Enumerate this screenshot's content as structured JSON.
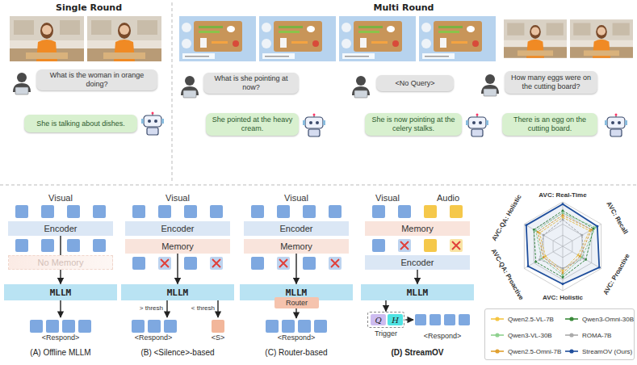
{
  "diagram": {
    "nodes": [
      {
        "text": [
          "What is the woman in orange doing?"
        ]
      },
      {
        "text": [
          "She is talking about dishes."
        ]
      },
      {
        "text": [
          "What is she pointing at now?"
        ]
      },
      {
        "text": [
          "She pointed at the heavy cream."
        ]
      },
      {
        "text": [
          "<No Query>"
        ]
      },
      {
        "text": [
          "She is now pointing at the celery stalks."
        ]
      },
      {
        "text": [
          "How many eggs were on the cutting board?"
        ]
      },
      {
        "text": [
          "There is an egg on the cutting board."
        ]
      },
      {
        "text": [
          "Encoder"
        ]
      },
      {
        "text": [
          "No Memory"
        ]
      },
      {
        "text": [
          "MLLM"
        ]
      },
      {
        "text": [
          "Encoder"
        ]
      },
      {
        "text": [
          "Memory"
        ]
      },
      {
        "text": [
          "MLLM"
        ]
      },
      {
        "text": [
          "Encoder"
        ]
      },
      {
        "text": [
          "Memory"
        ]
      },
      {
        "text": [
          "MLLM"
        ]
      },
      {
        "text": [
          "Router"
        ]
      },
      {
        "text": [
          "Memory"
        ]
      },
      {
        "text": [
          "Encoder"
        ]
      },
      {
        "text": [
          "MLLM"
        ]
      },
      {
        "text": [
          "Trigger"
        ]
      },
      {
        "text": [
          "Q"
        ],
        "in": 21
      },
      {
        "text": [
          "H"
        ],
        "in": 21
      }
    ],
    "edges": [
      {
        "from": 8,
        "to": 10,
        "arrow": "to"
      },
      {
        "from": 12,
        "to": 13,
        "arrow": "to"
      },
      {
        "from": 15,
        "to": 16,
        "arrow": "to"
      },
      {
        "from": 19,
        "to": 20,
        "arrow": "to"
      },
      {
        "from": 20,
        "to": 21,
        "arrow": "to"
      }
    ],
    "labels": [
      "Single Round",
      "Multi Round",
      "Visual",
      "<Respond>",
      "(A) Offline MLLM",
      "Visual",
      "> thresh",
      "< thresh",
      "<Respond>",
      "<S>",
      "(B) <Silence>-based",
      "Visual",
      "<Respond>",
      "(C) Router-based",
      "Visual",
      "Audio",
      "<Respond>",
      "(D) StreamOV",
      "AVC: Real-Time",
      "AVC: Recall",
      "AVC: Proactive",
      "AVC: Holistic",
      "AVC-QA: Proactive",
      "AVC-QA: Holistic"
    ],
    "legend": [
      {
        "text": "Qwen2.5-VL-7B",
        "color": "#f5c542"
      },
      {
        "text": "Qwen3-Omni-30B",
        "color": "#3a8a3a"
      },
      {
        "text": "Qwen3-VL-30B",
        "color": "#8fd18f"
      },
      {
        "text": "ROMA-7B",
        "color": "#aaaaaa"
      },
      {
        "text": "Qwen2.5-Omni-7B",
        "color": "#e0a030"
      },
      {
        "text": "StreamOV (Ours)",
        "color": "#1f4e9c"
      }
    ]
  }
}
